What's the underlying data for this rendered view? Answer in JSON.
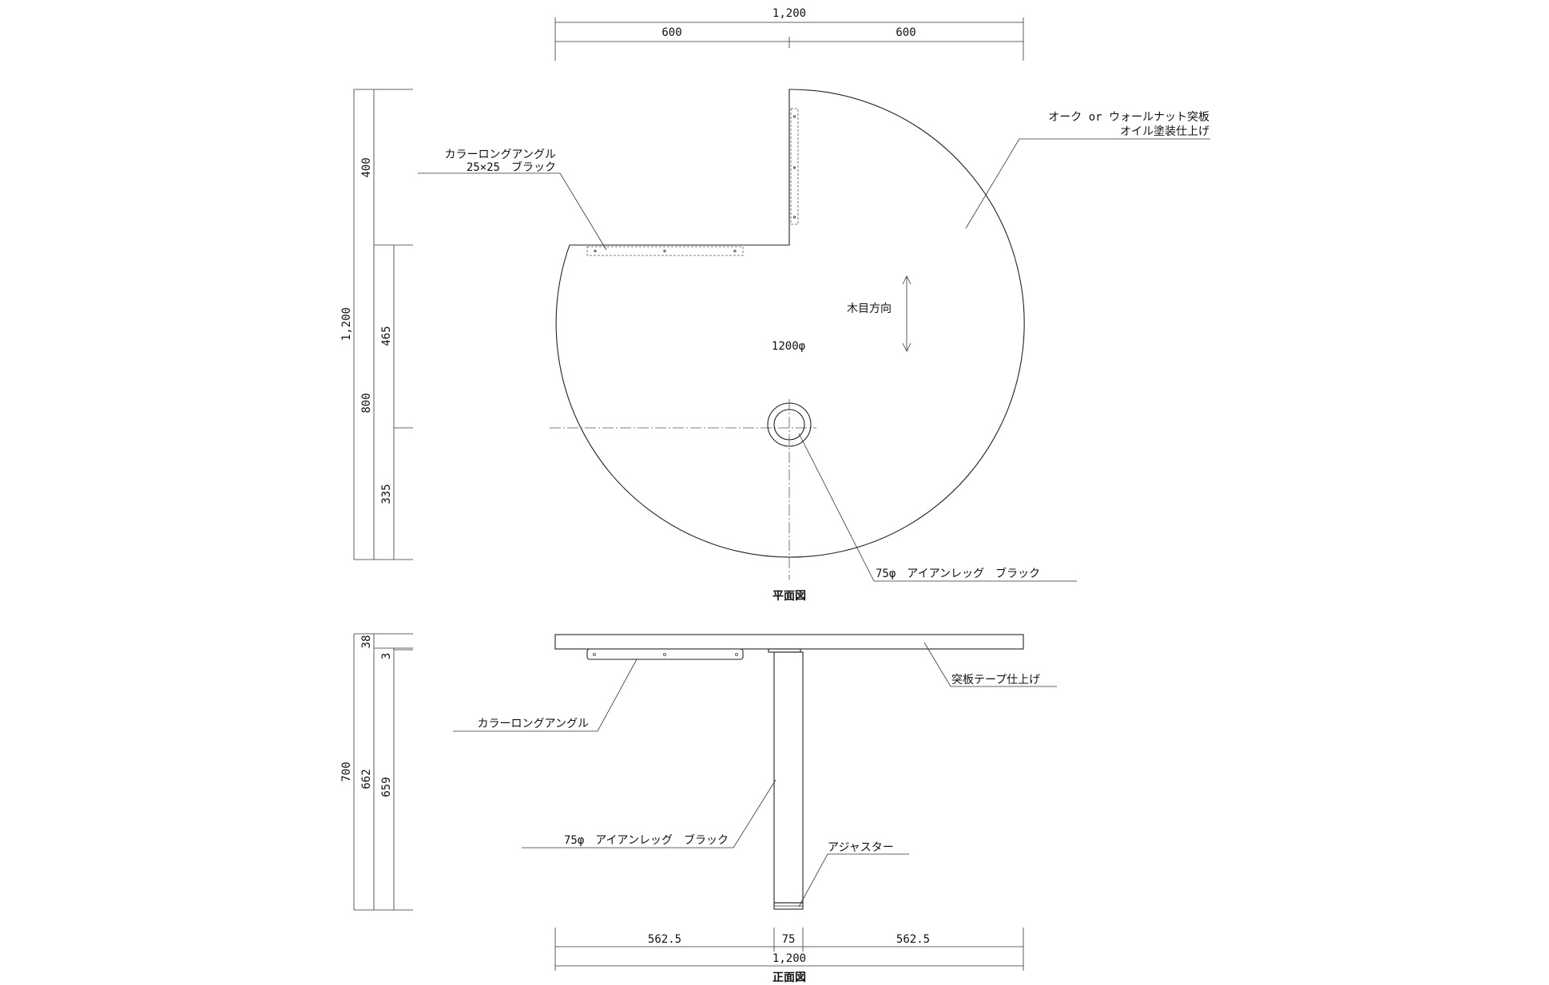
{
  "plan_view": {
    "title": "平面図",
    "dims": {
      "top_total": "1,200",
      "top_left": "600",
      "top_right": "600",
      "left_total": "1,200",
      "left_upper": "400",
      "left_lower": "800",
      "left_mid_upper": "465",
      "left_mid_lower": "335"
    },
    "labels": {
      "material_line1": "オーク or ウォールナット突板",
      "material_line2": "オイル塗装仕上げ",
      "angle_line1": "カラーロングアングル",
      "angle_line2": "25×25　ブラック",
      "grain": "木目方向",
      "diameter": "1200φ",
      "leg": "75φ　アイアンレッグ　ブラック"
    }
  },
  "front_view": {
    "title": "正面図",
    "dims": {
      "left_total": "700",
      "top_thickness": "38",
      "gap": "3",
      "height_a": "662",
      "height_b": "659",
      "bottom_left": "562.5",
      "bottom_mid": "75",
      "bottom_right": "562.5",
      "bottom_total": "1,200"
    },
    "labels": {
      "edge": "突板テープ仕上げ",
      "angle": "カラーロングアングル",
      "leg": "75φ　アイアンレッグ　ブラック",
      "adjuster": "アジャスター"
    }
  }
}
